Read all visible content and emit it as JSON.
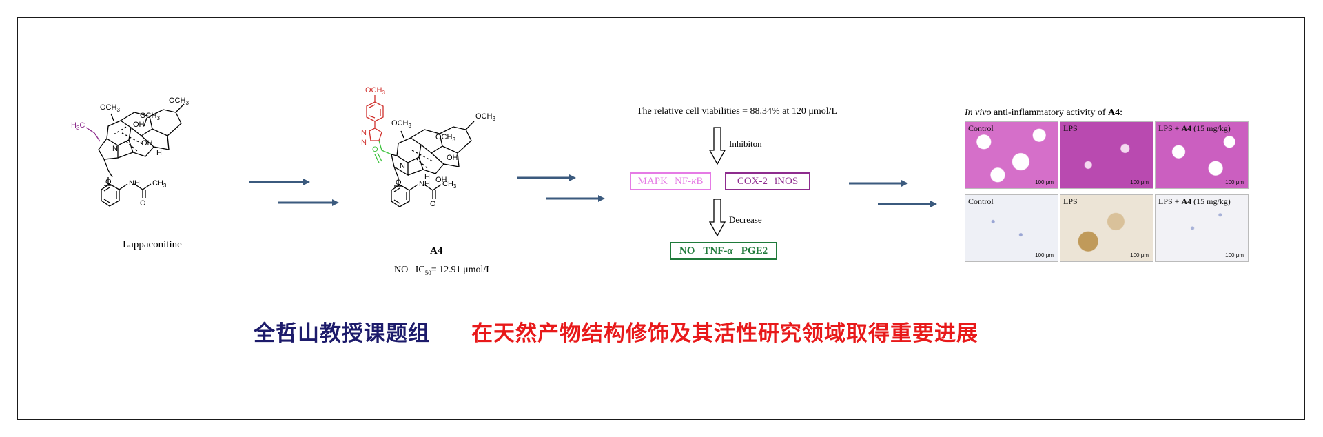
{
  "compounds": {
    "parent_name": "Lappaconitine",
    "derivative_name": "A4",
    "derivative_ic50": {
      "prefix": "NO",
      "label": "IC",
      "subscript": "50",
      "value": "= 12.91 μmol/L"
    },
    "groups": {
      "och3": "OCH",
      "och3_sub": "3",
      "oh": "OH",
      "h": "H",
      "n": "N",
      "o": "O",
      "nh": "N",
      "nh_h": "H",
      "ch3": "CH",
      "ch3_sub": "3",
      "h3c": "H",
      "h3c_sub": "3",
      "h3c_c": "C"
    }
  },
  "mechanism": {
    "viability_text": "The relative cell viabilities = 88.34% at 120 μmol/L",
    "inhibition_label": "Inhibiton",
    "decrease_label": "Decrease",
    "box1": {
      "item1": "MAPK",
      "item2_prefix": "NF-",
      "item2_greek": "κ",
      "item2_suffix": "B",
      "color": "#e57be5"
    },
    "box2": {
      "item1": "COX-2",
      "item2": "iNOS",
      "color": "#8e2c8e"
    },
    "box3": {
      "item1": "NO",
      "item2_prefix": "TNF-",
      "item2_greek": "α",
      "item3": "PGE2",
      "color": "#1f7a3a"
    }
  },
  "invivo": {
    "title_italic": "In vivo",
    "title_rest": " anti-inflammatory activity of ",
    "title_bold": "A4",
    "title_end": ":",
    "panels_top": [
      {
        "label": "Control",
        "bold": "",
        "suffix": ""
      },
      {
        "label": "LPS",
        "bold": "",
        "suffix": ""
      },
      {
        "label": "LPS + ",
        "bold": "A4",
        "suffix": " (15 mg/kg)"
      }
    ],
    "panels_bottom": [
      {
        "label": "Control",
        "bold": "",
        "suffix": ""
      },
      {
        "label": "LPS",
        "bold": "",
        "suffix": ""
      },
      {
        "label": "LPS + ",
        "bold": "A4",
        "suffix": " (15 mg/kg)"
      }
    ],
    "scale_label": "100 μm"
  },
  "caption": {
    "group": "全哲山教授课题组",
    "headline": "在天然产物结构修饰及其活性研究领域取得重要进展",
    "group_color": "#1d1b6b",
    "headline_color": "#e8191a"
  },
  "colors": {
    "arrow": "#3b5a7e",
    "methoxyphenyl": "#d0312d",
    "triazole": "#d0312d",
    "carbonyl_link": "#3ec23e",
    "ethyl": "#8b2a8b"
  }
}
